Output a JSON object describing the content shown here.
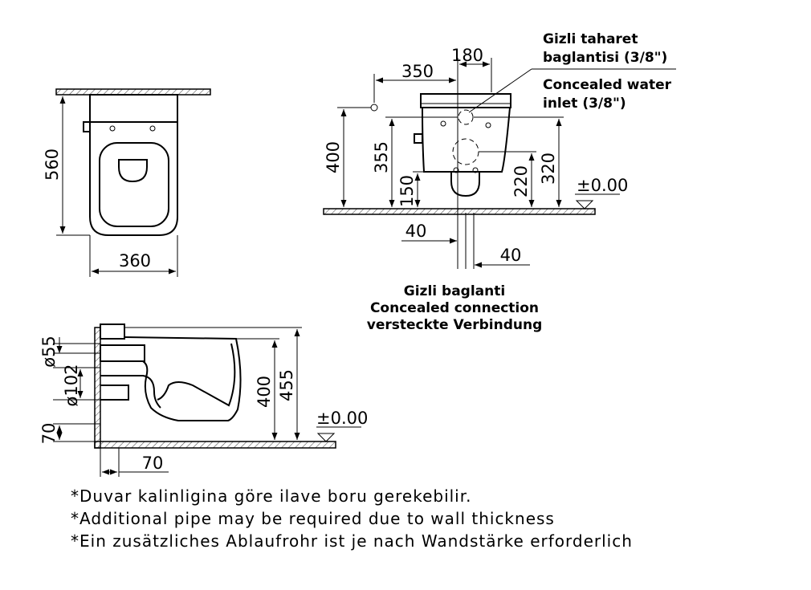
{
  "top_view": {
    "width_dim": "360",
    "depth_dim": "560"
  },
  "side_view": {
    "dim_180": "180",
    "dim_350": "350",
    "dim_400": "400",
    "dim_355": "355",
    "dim_150": "150",
    "dim_220": "220",
    "dim_320": "320",
    "level": "±0.00",
    "dim_40_left": "40",
    "dim_40_right": "40",
    "callout_tr_1": "Gizli taharet",
    "callout_tr_2": "baglantisi (3/8\")",
    "callout_en_1": "Concealed water",
    "callout_en_2": "inlet (3/8\")",
    "conn_tr": "Gizli baglanti",
    "conn_en": "Concealed connection",
    "conn_de": "versteckte Verbindung"
  },
  "section_view": {
    "dia_55": "ø55",
    "dia_102": "ø102",
    "dim_70_v": "70",
    "dim_400": "400",
    "dim_455": "455",
    "level": "±0.00",
    "dim_70_h": "70"
  },
  "notes": [
    "*Duvar kalinligina göre ilave boru gerekebilir.",
    "*Additional pipe may be required due to wall thickness",
    "*Ein zusätzliches Ablaufrohr ist je nach Wandstärke erforderlich"
  ]
}
